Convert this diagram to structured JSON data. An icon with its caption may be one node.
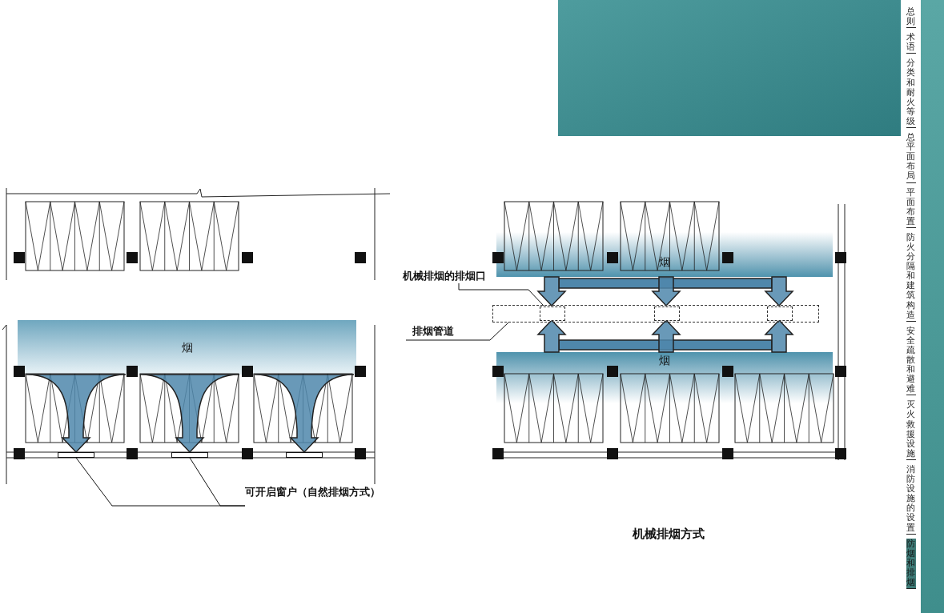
{
  "diagram": {
    "nodes": [
      {
        "text": [
          "烟"
        ]
      },
      {
        "text": [
          "烟"
        ]
      },
      {
        "text": [
          "烟"
        ]
      },
      {
        "text": [
          "可开启窗户（自然排烟方式）"
        ]
      },
      {
        "text": [],
        "shape": "box"
      },
      {
        "text": [],
        "shape": "box"
      },
      {
        "text": [],
        "shape": "box"
      },
      {
        "text": [
          "机械排烟的排烟口"
        ]
      },
      {
        "text": [],
        "shape": "box"
      },
      {
        "text": [],
        "shape": "box",
        "in": 8
      },
      {
        "text": [],
        "shape": "box",
        "in": 8
      },
      {
        "text": [],
        "shape": "box",
        "in": 8
      },
      {
        "text": [
          "排烟管道"
        ]
      }
    ],
    "edges": [
      {
        "from": 3,
        "to": 4,
        "arrow": "none"
      },
      {
        "from": 3,
        "to": 5,
        "arrow": "none"
      },
      {
        "from": 7,
        "to": 9,
        "arrow": "none"
      },
      {
        "from": 12,
        "to": 8,
        "arrow": "none"
      },
      {
        "from": 0,
        "to": 4,
        "arrow": "to",
        "style": "thick"
      },
      {
        "from": 0,
        "to": 5,
        "arrow": "to",
        "style": "thick"
      },
      {
        "from": 0,
        "to": 6,
        "arrow": "to",
        "style": "thick"
      },
      {
        "from": 1,
        "to": 9,
        "arrow": "to",
        "style": "thick"
      },
      {
        "from": 1,
        "to": 10,
        "arrow": "to",
        "style": "thick"
      },
      {
        "from": 1,
        "to": 11,
        "arrow": "to",
        "style": "thick"
      },
      {
        "from": 2,
        "to": 9,
        "arrow": "to",
        "style": "thick"
      },
      {
        "from": 2,
        "to": 10,
        "arrow": "to",
        "style": "thick"
      },
      {
        "from": 2,
        "to": 11,
        "arrow": "to",
        "style": "thick"
      }
    ],
    "labels": [
      "机械排烟方式",
      "总则",
      "术语",
      "分类和耐火等级",
      "总平面布局",
      "平面布置",
      "防火分隔和建筑构造",
      "安全疏散和避难",
      "灭火救援设施",
      "消防设施的设置",
      "防烟和排烟"
    ]
  }
}
